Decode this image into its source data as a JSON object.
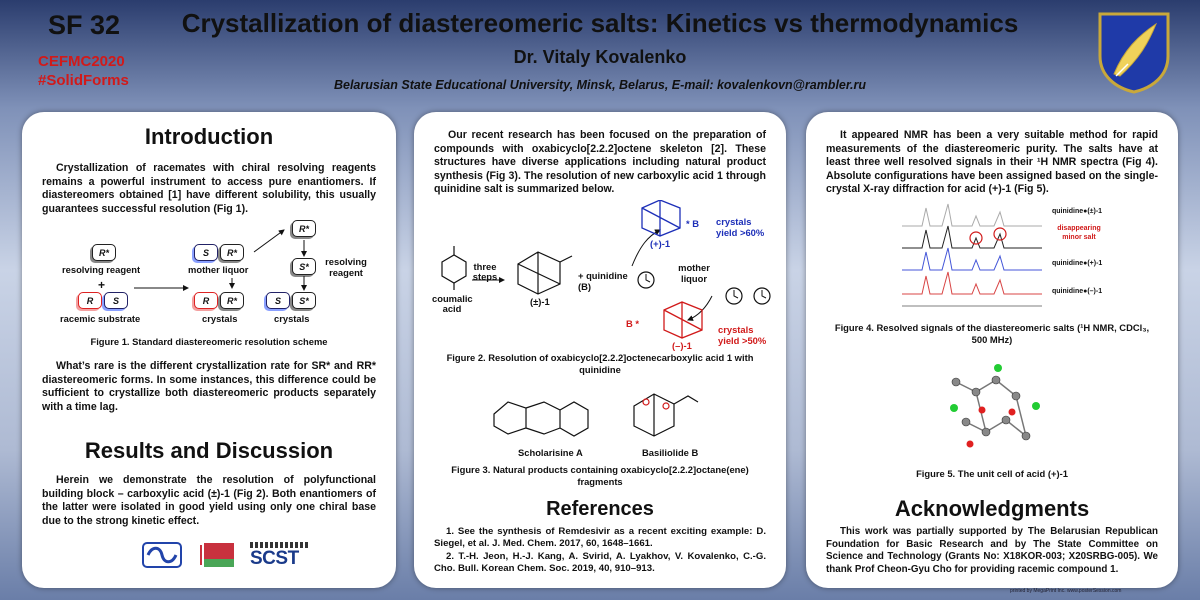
{
  "header": {
    "code": "SF 32",
    "conf_line1": "CEFMC2020",
    "conf_line2": "#SolidForms",
    "title": "Crystallization of diastereomeric salts: Kinetics vs thermodynamics",
    "author": "Dr. Vitaly Kovalenko",
    "affiliation": "Belarusian State Educational University, Minsk, Belarus, E-mail: kovalenkovn@rambler.ru"
  },
  "intro": {
    "heading": "Introduction",
    "para1": "Crystallization of racemates with chiral resolving reagents remains a powerful instrument to access pure enantiomers. If diastereomers obtained [1] have different solubility, this usually guarantees successful resolution (Fig 1).",
    "scheme": {
      "resolving_reagent": "resolving reagent",
      "racemic_substrate": "racemic substrate",
      "mother_liquor": "mother liquor",
      "crystals_a": "crystals",
      "crystals_b": "crystals",
      "resolving_reagent_right": "resolving reagent",
      "plus": "+",
      "r_star": "R*",
      "s_star": "S*",
      "r": "R",
      "s": "S"
    },
    "fig1_caption": "Figure 1. Standard diastereomeric resolution scheme",
    "para2": "What’s rare is the different crystallization rate for SR* and RR* diastereomeric forms. In some instances, this difference could be sufficient to crystallize both diastereomeric products separately with a time lag."
  },
  "results": {
    "heading": "Results and Discussion",
    "para": "Herein we demonstrate the resolution of polyfunctional building block – carboxylic acid (±)-1 (Fig 2). Both enantiomers of the latter were isolated in good yield using only one chiral base due to the strong kinetic effect.",
    "logo_text": "SCST"
  },
  "middle": {
    "para": "Our recent research has been focused on the preparation of compounds with oxabicyclo[2.2.2]octene skeleton [2]. These structures have diverse applications including natural product synthesis (Fig 3). The resolution of new carboxylic acid 1 through quinidine salt is summarized below.",
    "fig2": {
      "coumalic": "coumalic acid",
      "three_steps": "three steps",
      "racemate": "(±)-1",
      "quinidine": "+ quinidine (B)",
      "mother_liquor": "mother liquor",
      "plus_enant": "(+)-1",
      "minus_enant": "(–)-1",
      "crystals_top": "crystals yield >60%",
      "crystals_bottom": "crystals yield >50%",
      "b_top": "* B",
      "b_bottom": "B *"
    },
    "fig2_caption": "Figure 2. Resolution of oxabicyclo[2.2.2]octenecarboxylic acid 1 with quinidine",
    "fig3": {
      "scholarisine": "Scholarisine A",
      "basiliolide": "Basiliolide B"
    },
    "fig3_caption": "Figure 3. Natural products containing oxabicyclo[2.2.2]octane(ene) fragments",
    "refs_heading": "References",
    "ref1": "1. See the synthesis of Remdesivir as a recent exciting example: D. Siegel, et al. J. Med. Chem. 2017, 60, 1648–1661.",
    "ref2": "2. T.-H. Jeon, H.-J. Kang, A. Svirid, A. Lyakhov, V. Kovalenko, C.-G. Cho. Bull. Korean Chem. Soc. 2019, 40, 910–913."
  },
  "right": {
    "para": "It appeared NMR has been a very suitable method for rapid measurements of the diastereomeric purity. The salts have at least three well resolved signals in their ¹H NMR spectra (Fig 4). Absolute configurations have been assigned based on the single-crystal X-ray diffraction for acid (+)-1 (Fig 5).",
    "nmr_labels": [
      "quinidine●(±)-1",
      "quinidine●(+)-1",
      "quinidine●(–)-1"
    ],
    "nmr_note": "disappearing minor salt",
    "fig4_caption": "Figure 4. Resolved signals of the diastereomeric salts (¹H NMR, CDCl₃, 500 MHz)",
    "fig5_caption": "Figure 5. The unit cell of acid (+)-1",
    "ack_heading": "Acknowledgments",
    "ack": "This work was partially supported by The Belarusian Republican Foundation for Basic Research and by The State Committee on Science and Technology (Grants No: X18KOR-003; X20SRBG-005). We thank Prof Cheon-Gyu Cho for providing racemic compound 1."
  },
  "footer": {
    "printer": "printed by MegaPrint Inc. www.posterSession.com"
  },
  "colors": {
    "red": "#d11a1a",
    "blue": "#1d2fb8",
    "panel": "#ffffff"
  }
}
